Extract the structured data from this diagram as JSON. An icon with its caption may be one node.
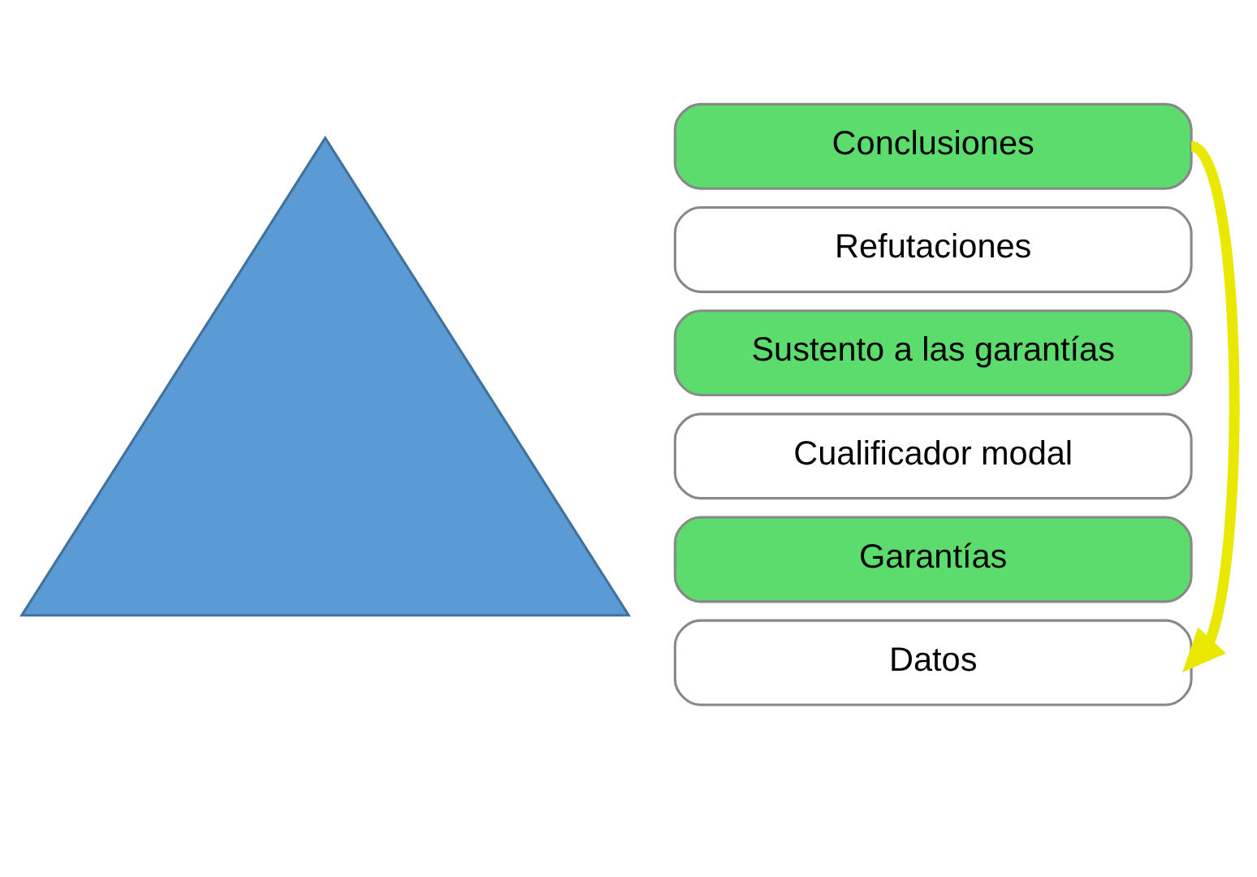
{
  "diagram": {
    "nodes": [
      {
        "text": [],
        "shape": "triangle"
      },
      {
        "text": [
          "Conclusiones"
        ]
      },
      {
        "text": [
          "Refutaciones"
        ]
      },
      {
        "text": [
          "Sustento a las garantías"
        ]
      },
      {
        "text": [
          "Cualificador modal"
        ]
      },
      {
        "text": [
          "Garantías"
        ]
      },
      {
        "text": [
          "Datos"
        ]
      }
    ],
    "edges": [
      {
        "from": 1,
        "to": 6,
        "arrow": "to",
        "color": "#e8e800"
      }
    ]
  }
}
